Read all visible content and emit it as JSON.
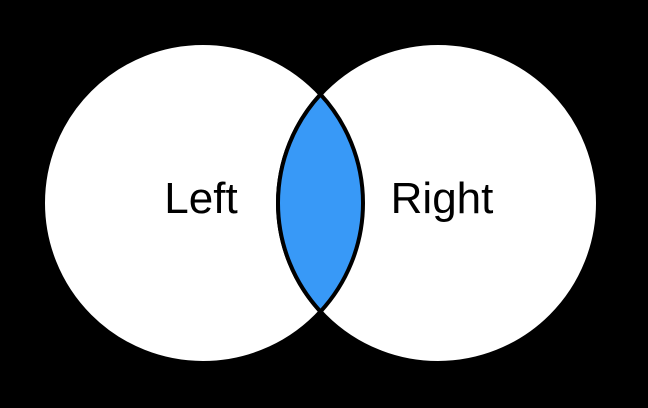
{
  "diagram": {
    "type": "venn",
    "background_color": "#000000",
    "outline_color": "#000000",
    "label_color": "#000000",
    "sets": [
      {
        "label": "Left",
        "fill": "#ffffff"
      },
      {
        "label": "Right",
        "fill": "#ffffff"
      }
    ],
    "intersection": {
      "fill": "#3899f7"
    }
  }
}
